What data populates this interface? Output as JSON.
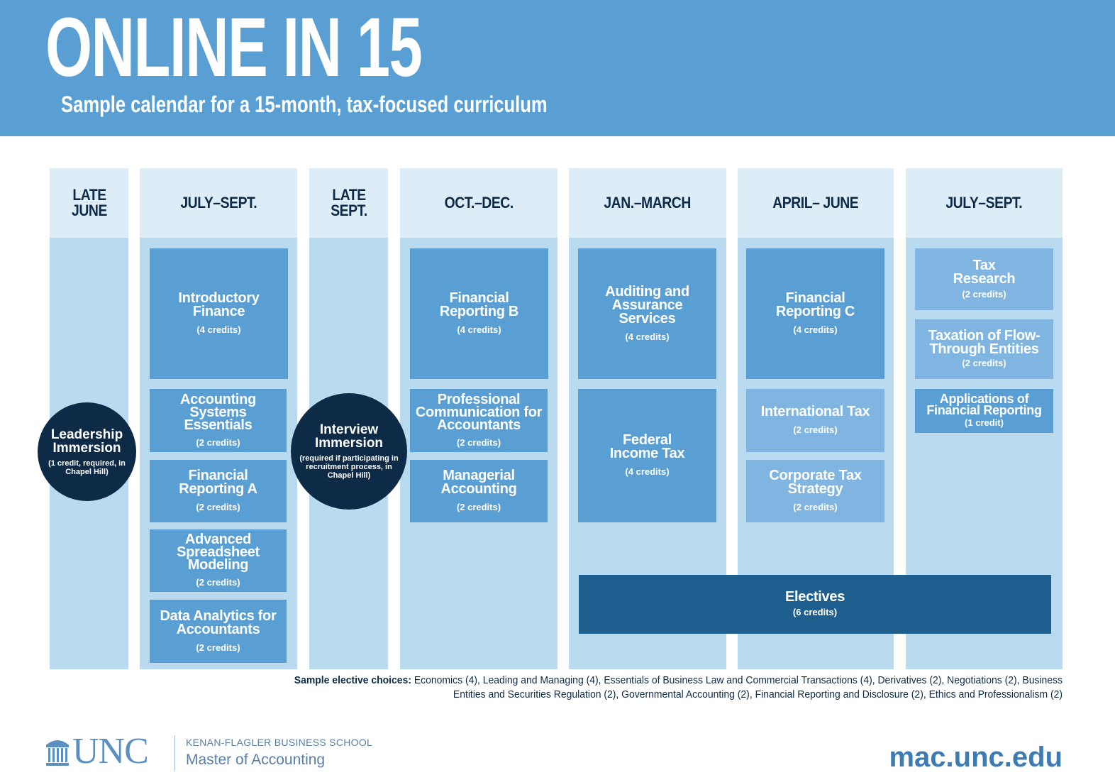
{
  "header": {
    "title": "ONLINE IN 15",
    "subtitle": "Sample calendar for a 15-month, tax-focused curriculum"
  },
  "columns": [
    {
      "label": "LATE JUNE"
    },
    {
      "label": "JULY–SEPT."
    },
    {
      "label": "LATE SEPT."
    },
    {
      "label": "OCT.–DEC."
    },
    {
      "label": "JAN.–MARCH"
    },
    {
      "label": "APRIL– JUNE"
    },
    {
      "label": "JULY–SEPT."
    }
  ],
  "immersions": [
    {
      "name": "Leadership Immersion",
      "note": "(1 credit, required, in Chapel Hill)"
    },
    {
      "name": "Interview Immersion",
      "note": "(required if participating in recruitment process, in Chapel Hill)"
    }
  ],
  "courses": {
    "july_sept_1": [
      {
        "name": "Introductory Finance",
        "credits": "(4 credits)"
      },
      {
        "name": "Accounting Systems Essentials",
        "credits": "(2 credits)"
      },
      {
        "name": "Financial Reporting A",
        "credits": "(2 credits)"
      },
      {
        "name": "Advanced Spreadsheet Modeling",
        "credits": "(2 credits)"
      },
      {
        "name": "Data Analytics for Accountants",
        "credits": "(2 credits)"
      }
    ],
    "oct_dec": [
      {
        "name": "Financial Reporting B",
        "credits": "(4 credits)"
      },
      {
        "name": "Professional Communication for Accountants",
        "credits": "(2 credits)"
      },
      {
        "name": "Managerial Accounting",
        "credits": "(2 credits)"
      }
    ],
    "jan_march": [
      {
        "name": "Auditing and Assurance Services",
        "credits": "(4 credits)"
      },
      {
        "name": "Federal Income Tax",
        "credits": "(4 credits)"
      }
    ],
    "april_june": [
      {
        "name": "Financial Reporting C",
        "credits": "(4 credits)"
      },
      {
        "name": "International Tax",
        "credits": "(2 credits)"
      },
      {
        "name": "Corporate Tax Strategy",
        "credits": "(2 credits)"
      }
    ],
    "july_sept_2": [
      {
        "name": "Tax Research",
        "credits": "(2 credits)"
      },
      {
        "name": "Taxation of Flow-Through Entities",
        "credits": "(2 credits)"
      },
      {
        "name": "Applications of Financial Reporting",
        "credits": "(1 credit)"
      }
    ]
  },
  "electives": {
    "name": "Electives",
    "credits": "(6 credits)"
  },
  "elective_choices": {
    "label": "Sample elective choices:",
    "text": "Economics (4), Leading and Managing (4), Essentials of Business Law and Commercial Transactions (4), Derivatives (2), Negotiations (2), Business Entities and Securities Regulation (2), Governmental Accounting (2), Financial Reporting and Disclosure (2), Ethics and Professionalism (2)"
  },
  "footer": {
    "logo": "UNC",
    "school": "KENAN-FLAGLER BUSINESS SCHOOL",
    "program": "Master of Accounting",
    "url": "mac.unc.edu"
  },
  "colors": {
    "header_blue": "#5a9fd4",
    "column_bg": "#badaef",
    "column_head_bg": "#ddedf8",
    "course_mid": "#5a9fd4",
    "course_light": "#7fb5e0",
    "electives_dark": "#1f5f8f",
    "navy": "#0d2a47"
  },
  "icons": {
    "logo_mark": "old-well-icon"
  }
}
